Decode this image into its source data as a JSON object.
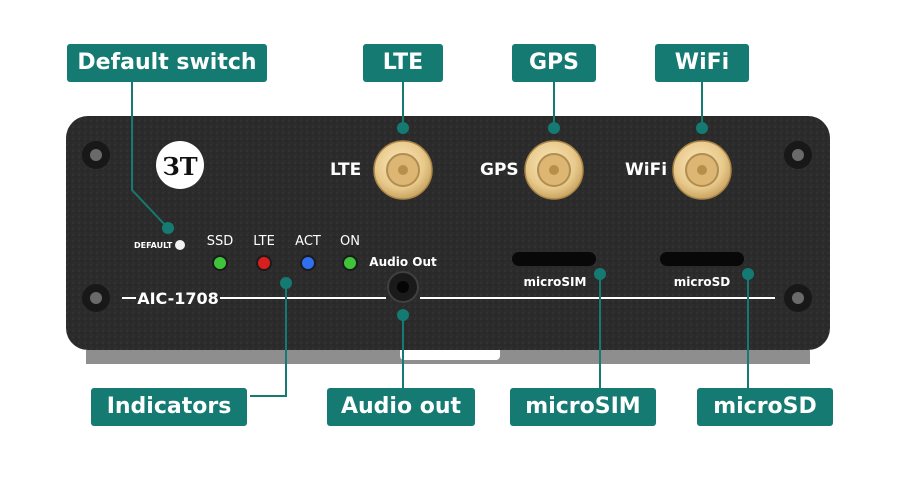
{
  "callouts": {
    "default_switch": "Default switch",
    "lte": "LTE",
    "gps": "GPS",
    "wifi": "WiFi",
    "indicators": "Indicators",
    "audio_out": "Audio out",
    "microsim": "microSIM",
    "microsd": "microSD"
  },
  "panel": {
    "logo_text": "ЗТ",
    "default_label": "DEFAULT",
    "leds": [
      {
        "label": "SSD",
        "color": "#3ec53a"
      },
      {
        "label": "LTE",
        "color": "#d81e1e"
      },
      {
        "label": "ACT",
        "color": "#2f6ff0"
      },
      {
        "label": "ON",
        "color": "#3ec53a"
      }
    ],
    "connector_labels": {
      "lte": "LTE",
      "gps": "GPS",
      "wifi": "WiFi"
    },
    "audio_label": "Audio Out",
    "model": "AIC-1708",
    "microsim_label": "microSIM",
    "microsd_label": "microSD"
  },
  "colors": {
    "callout": "#147a72",
    "panel": "#2b2b2b",
    "connector_gold": "#e8c98b"
  }
}
